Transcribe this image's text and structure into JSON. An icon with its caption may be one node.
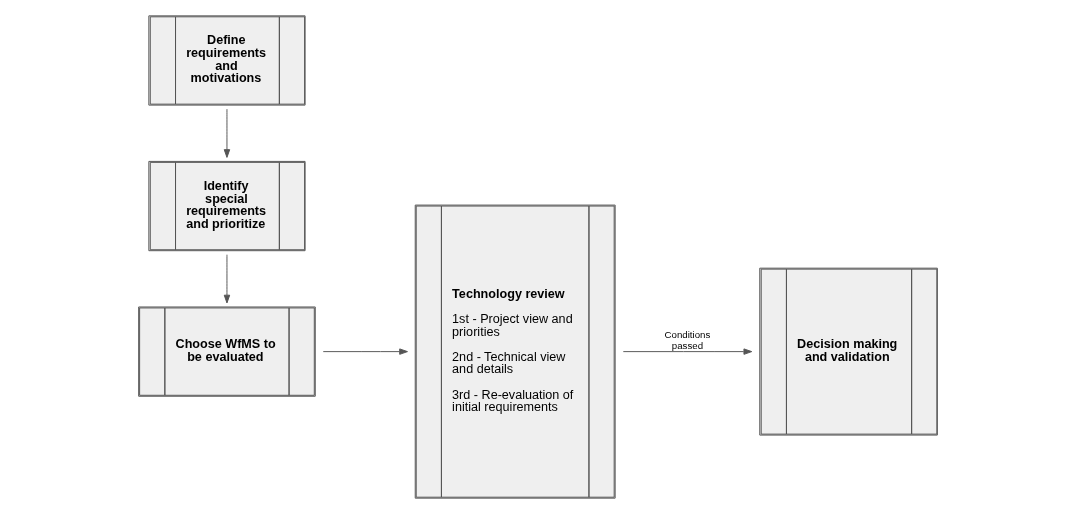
{
  "diagram": {
    "nodes": [
      {
        "text": [
          "Define requirements and motivations"
        ]
      },
      {
        "text": [
          "Identify special requirements and prioritize"
        ]
      },
      {
        "text": [
          "Choose WfMS to be evaluated"
        ]
      },
      {
        "text": [
          "Technology review",
          "1st - Project view and priorities",
          "2nd - Technical view and details",
          "3rd - Re-evaluation of initial requirements"
        ]
      },
      {
        "text": [
          "Decision making and validation"
        ]
      }
    ],
    "edges": [
      {
        "from": 0,
        "to": 1,
        "arrow": "to"
      },
      {
        "from": 1,
        "to": 2,
        "arrow": "to"
      },
      {
        "from": 2,
        "to": 3,
        "arrow": "to"
      },
      {
        "from": 3,
        "to": 4,
        "arrow": "to",
        "label": "Conditions passed"
      }
    ]
  }
}
